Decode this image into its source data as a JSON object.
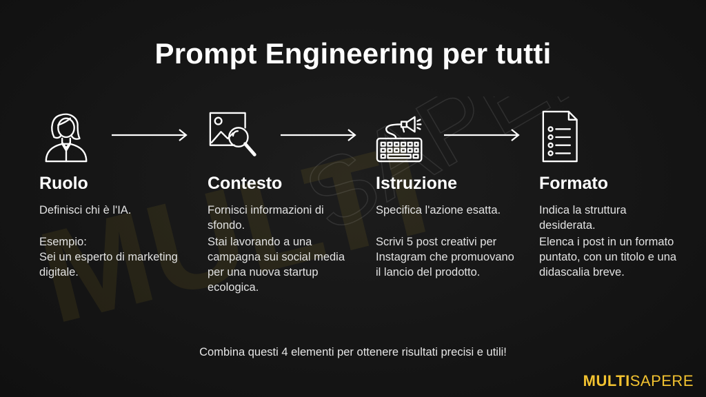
{
  "title": "Prompt Engineering per tutti",
  "watermark": {
    "part_a": "MULTI",
    "part_b": "SAPERE"
  },
  "steps": [
    {
      "icon": "person-icon",
      "heading": "Ruolo",
      "description": "Definisci chi è l'IA.",
      "example_label": "Esempio:",
      "example": "Sei un esperto di marketing digitale."
    },
    {
      "icon": "image-search-icon",
      "heading": "Contesto",
      "description": "Fornisci informazioni di sfondo.",
      "example": "Stai lavorando a una campagna sui social media per una nuova startup ecologica."
    },
    {
      "icon": "keyboard-megaphone-icon",
      "heading": "Istruzione",
      "description": "Specifica l'azione esatta.",
      "example": "Scrivi 5 post creativi per Instagram che promuovano il lancio del prodotto."
    },
    {
      "icon": "document-list-icon",
      "heading": "Formato",
      "description": "Indica la struttura desiderata.",
      "example": "Elenca i post in un formato puntato, con un titolo e una didascalia breve."
    }
  ],
  "footer": "Combina questi 4 elementi per ottenere risultati precisi e utili!",
  "logo": {
    "part_a": "MULTI",
    "part_b": "SAPERE"
  },
  "colors": {
    "background": "#161616",
    "text": "#ffffff",
    "accent": "#f2c230"
  }
}
